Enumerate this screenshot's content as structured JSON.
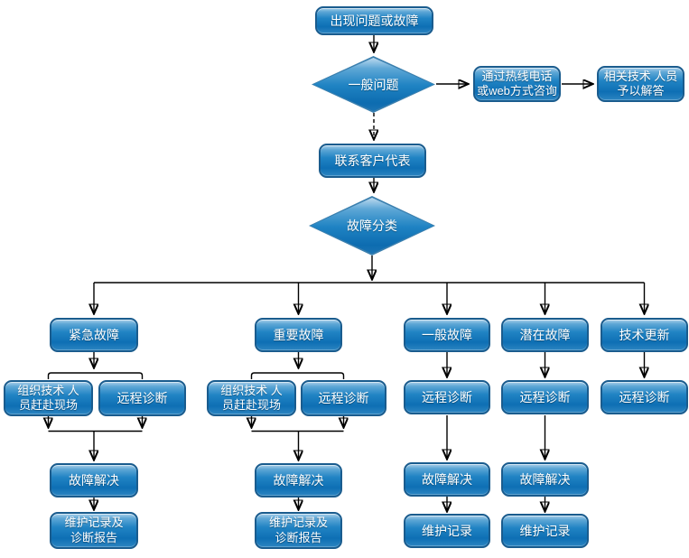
{
  "diagram": {
    "colors": {
      "node_border": "#1a5c8e",
      "node_fill_dark": "#0e6fb4",
      "node_fill_light": "#a9cfe9",
      "connector": "#000000",
      "text": "#ffffff"
    },
    "nodes": {
      "start": {
        "label": "出现问题或故障"
      },
      "general_issue": {
        "label": "一般问题"
      },
      "hotline_consult": {
        "label": "通过热线电话\n或web方式咨询"
      },
      "tech_answer": {
        "label": "相关技术 人员\n予以解答"
      },
      "contact_rep": {
        "label": "联系客户代表"
      },
      "fault_classify": {
        "label": "故障分类"
      },
      "urgent_fault": {
        "label": "紧急故障"
      },
      "major_fault": {
        "label": "重要故障"
      },
      "general_fault": {
        "label": "一般故障"
      },
      "potential_fault": {
        "label": "潜在故障"
      },
      "tech_update": {
        "label": "技术更新"
      },
      "dispatch_team_urgent": {
        "label": "组织技术 人\n员赶赴现场"
      },
      "remote_diag_urgent": {
        "label": "远程诊断"
      },
      "dispatch_team_major": {
        "label": "组织技术 人\n员赶赴现场"
      },
      "remote_diag_major": {
        "label": "远程诊断"
      },
      "remote_diag_general": {
        "label": "远程诊断"
      },
      "remote_diag_potential": {
        "label": "远程诊断"
      },
      "remote_diag_update": {
        "label": "远程诊断"
      },
      "fault_resolved_urgent": {
        "label": "故障解决"
      },
      "fault_resolved_major": {
        "label": "故障解决"
      },
      "fault_resolved_general": {
        "label": "故障解决"
      },
      "fault_resolved_potential": {
        "label": "故障解决"
      },
      "maint_record_report_urgent": {
        "label": "维护记录及\n诊断报告"
      },
      "maint_record_report_major": {
        "label": "维护记录及\n诊断报告"
      },
      "maint_record_general": {
        "label": "维护记录"
      },
      "maint_record_potential": {
        "label": "维护记录"
      }
    },
    "edges": [
      {
        "from": "start",
        "to": "general_issue",
        "style": "solid"
      },
      {
        "from": "general_issue",
        "to": "hotline_consult",
        "style": "solid"
      },
      {
        "from": "hotline_consult",
        "to": "tech_answer",
        "style": "solid"
      },
      {
        "from": "general_issue",
        "to": "contact_rep",
        "style": "dashed"
      },
      {
        "from": "contact_rep",
        "to": "fault_classify",
        "style": "solid"
      },
      {
        "from": "fault_classify",
        "to": "urgent_fault",
        "style": "solid"
      },
      {
        "from": "fault_classify",
        "to": "major_fault",
        "style": "solid"
      },
      {
        "from": "fault_classify",
        "to": "general_fault",
        "style": "solid"
      },
      {
        "from": "fault_classify",
        "to": "potential_fault",
        "style": "solid"
      },
      {
        "from": "fault_classify",
        "to": "tech_update",
        "style": "solid"
      },
      {
        "from": "urgent_fault",
        "to": "dispatch_team_urgent",
        "style": "solid"
      },
      {
        "from": "urgent_fault",
        "to": "remote_diag_urgent",
        "style": "solid"
      },
      {
        "from": "dispatch_team_urgent",
        "to": "fault_resolved_urgent",
        "style": "solid"
      },
      {
        "from": "remote_diag_urgent",
        "to": "fault_resolved_urgent",
        "style": "solid"
      },
      {
        "from": "fault_resolved_urgent",
        "to": "maint_record_report_urgent",
        "style": "solid"
      },
      {
        "from": "major_fault",
        "to": "dispatch_team_major",
        "style": "solid"
      },
      {
        "from": "major_fault",
        "to": "remote_diag_major",
        "style": "solid"
      },
      {
        "from": "dispatch_team_major",
        "to": "fault_resolved_major",
        "style": "solid"
      },
      {
        "from": "remote_diag_major",
        "to": "fault_resolved_major",
        "style": "solid"
      },
      {
        "from": "fault_resolved_major",
        "to": "maint_record_report_major",
        "style": "solid"
      },
      {
        "from": "general_fault",
        "to": "remote_diag_general",
        "style": "solid"
      },
      {
        "from": "remote_diag_general",
        "to": "fault_resolved_general",
        "style": "solid"
      },
      {
        "from": "fault_resolved_general",
        "to": "maint_record_general",
        "style": "solid"
      },
      {
        "from": "potential_fault",
        "to": "remote_diag_potential",
        "style": "solid"
      },
      {
        "from": "remote_diag_potential",
        "to": "fault_resolved_potential",
        "style": "solid"
      },
      {
        "from": "fault_resolved_potential",
        "to": "maint_record_potential",
        "style": "solid"
      },
      {
        "from": "tech_update",
        "to": "remote_diag_update",
        "style": "solid"
      }
    ]
  }
}
